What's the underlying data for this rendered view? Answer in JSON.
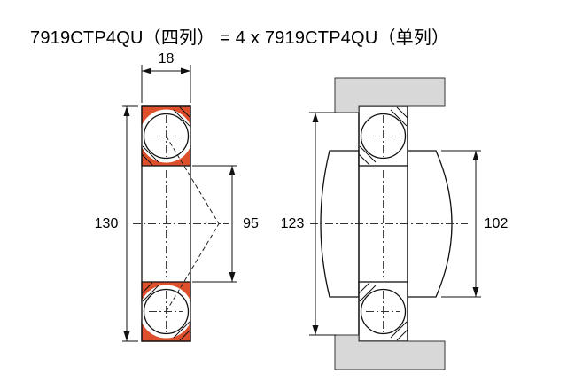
{
  "title": "7919CTP4QU（四列） = 4 x 7919CTP4QU（单列）",
  "colors": {
    "ring_highlight": "#de4f2b",
    "housing_gray": "#d8d8d8",
    "line": "#111111"
  },
  "left_view": {
    "dims": {
      "width": "18",
      "outer_diameter": "130",
      "bore": "95"
    }
  },
  "right_view": {
    "dims": {
      "housing_shoulder": "123",
      "shaft_shoulder": "102"
    }
  }
}
